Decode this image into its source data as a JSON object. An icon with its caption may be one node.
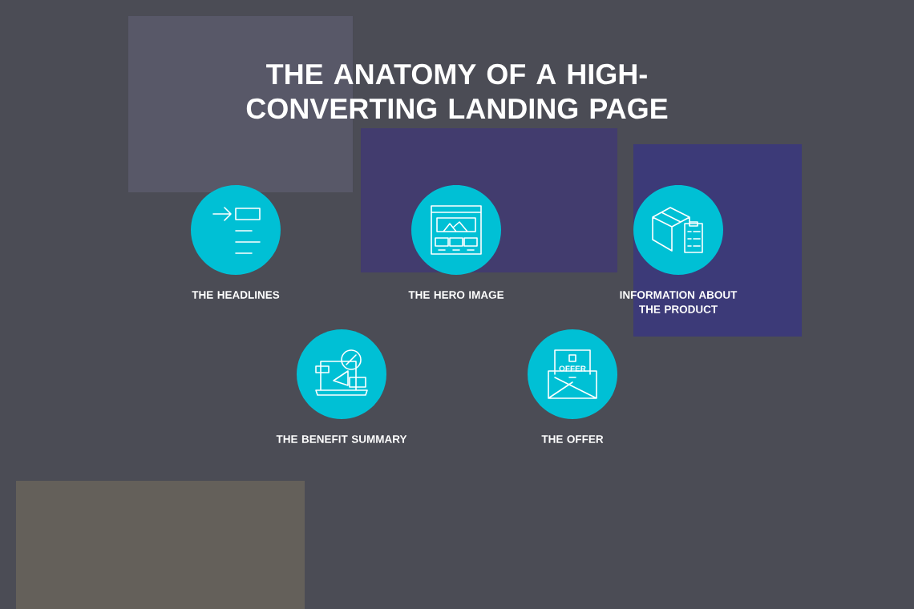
{
  "diagram": {
    "title": "THE ANATOMY OF A HIGH-CONVERTING LANDING PAGE",
    "nodes": [
      {
        "text": [
          "THE HEADLINES"
        ]
      },
      {
        "text": [
          "THE HERO IMAGE"
        ]
      },
      {
        "text": [
          "INFORMATION ABOUT THE PRODUCT"
        ]
      },
      {
        "text": [
          "THE BENEFIT SUMMARY"
        ]
      },
      {
        "text": [
          "OFFER",
          "THE OFFER"
        ]
      }
    ]
  }
}
